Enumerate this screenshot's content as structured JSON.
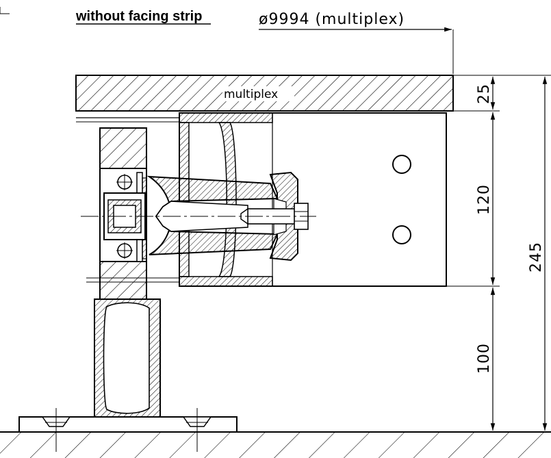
{
  "header": {
    "title": "without facing strip",
    "diameter_label": "ø9994 (multiplex)"
  },
  "labels": {
    "material": "multiplex"
  },
  "dimensions": {
    "top_board": "25",
    "beam_height": "120",
    "total_height": "245",
    "base_height": "100"
  },
  "colors": {
    "line": "#000000",
    "background": "#ffffff"
  }
}
